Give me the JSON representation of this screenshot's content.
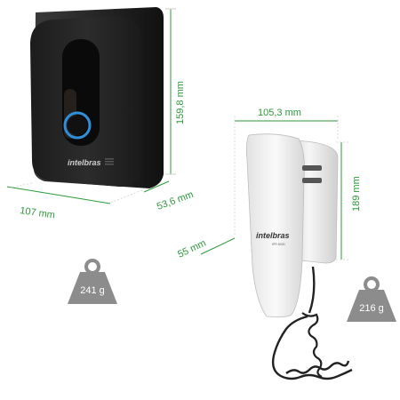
{
  "outdoor_unit": {
    "brand": "intelbras",
    "dim_width": "107 mm",
    "dim_depth": "53,6 mm",
    "dim_height": "159,8 mm",
    "weight": "241 g"
  },
  "indoor_unit": {
    "brand": "intelbras",
    "model": "IPR 8000",
    "dim_width": "105,3 mm",
    "dim_depth": "55 mm",
    "dim_height": "189 mm",
    "weight": "216 g"
  },
  "colors": {
    "dimension_green": "#2e9a3a",
    "weight_gray": "#8c8c8c",
    "outdoor_body": "#242424",
    "indoor_body": "#eeeeee",
    "button_ring": "#2f8fd8"
  }
}
